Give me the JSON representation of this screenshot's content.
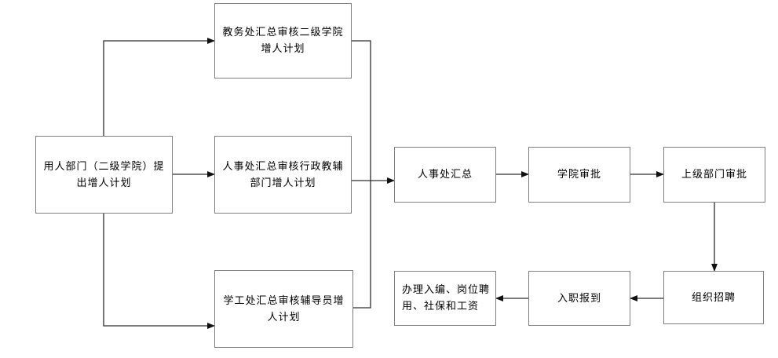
{
  "diagram": {
    "background_color": "#ffffff",
    "box_border_color": "#7f7f7f",
    "connector_color": "#2e2e2e",
    "text_color": "#000000",
    "nodes": {
      "yongren": {
        "label": "用人部门（二级学院）提出增人计划"
      },
      "jiaowu": {
        "label": "教务处汇总审核二级学院增人计划"
      },
      "renshi_shenhe": {
        "label": "人事处汇总审核行政教辅部门增人计划"
      },
      "xuegong": {
        "label": "学工处汇总审核辅导员增人计划"
      },
      "renshi_huizong": {
        "label": "人事处汇总"
      },
      "xueyuan_shenpi": {
        "label": "学院审批"
      },
      "shangji_shenpi": {
        "label": "上级部门审批"
      },
      "zuzhi_zhaopin": {
        "label": "组织招聘"
      },
      "ruzhi_baodao": {
        "label": "入职报到"
      },
      "banli": {
        "label": "办理入编、岗位聘用、社保和工资"
      }
    }
  }
}
